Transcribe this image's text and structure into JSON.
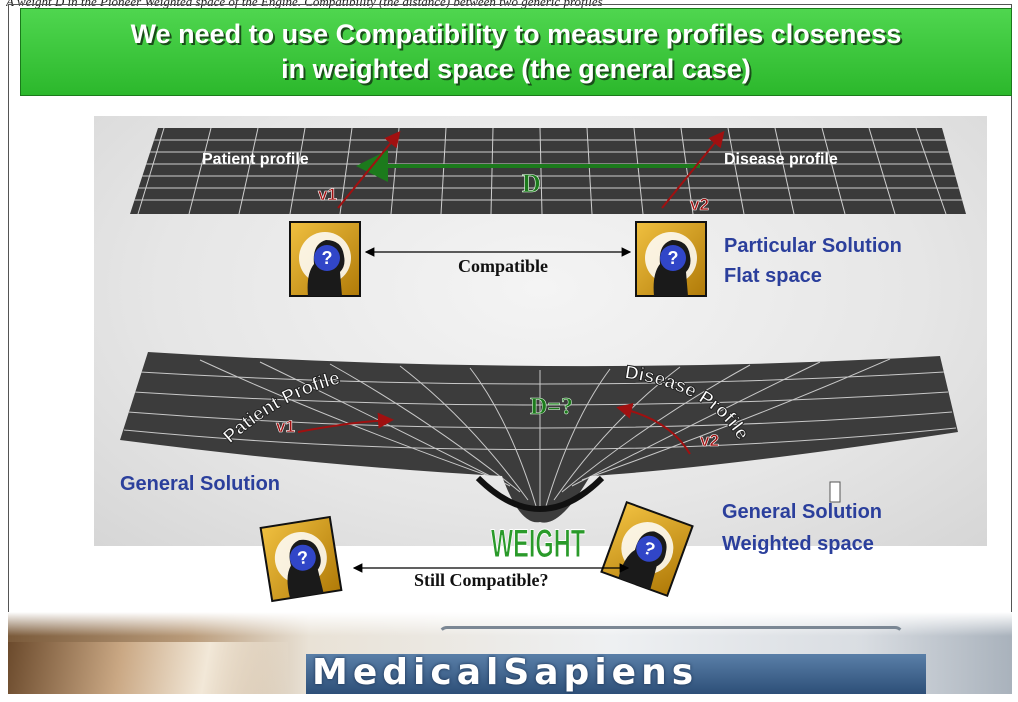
{
  "header": {
    "top_caption": "A weight D in the Pioneer Weighted space of the Engine. Compatibility (the distance) between two generic profiles"
  },
  "title": {
    "line1": "We need to use Compatibility to measure profiles closeness",
    "line2": "in weighted space (the general case)"
  },
  "flat_space": {
    "patient_label": "Patient profile",
    "disease_label": "Disease profile",
    "v1": "v1",
    "v2": "v2",
    "distance": "D"
  },
  "top_row": {
    "compatible": "Compatible",
    "solution_line1": "Particular Solution",
    "solution_line2": "Flat space"
  },
  "curved_space": {
    "patient_label": "Patient Profile",
    "disease_label": "Disease Profile",
    "distance": "D=?",
    "v1": "v1",
    "v2": "v2",
    "weight": "WEIGHT"
  },
  "labels": {
    "general_left": "General Solution",
    "general_right_line1": "General Solution",
    "general_right_line2": "Weighted space",
    "still_compatible": "Still Compatible?"
  },
  "icons": {
    "profile_icon": "head-question-icon"
  },
  "banner": {
    "brand": "MedicalSapiens"
  },
  "colors": {
    "title_green": "#2cb82c",
    "label_blue": "#2b3f9c",
    "vector_red": "#a01010",
    "distance_green": "#1c7a1c",
    "icon_gold": "#d9a21b"
  }
}
